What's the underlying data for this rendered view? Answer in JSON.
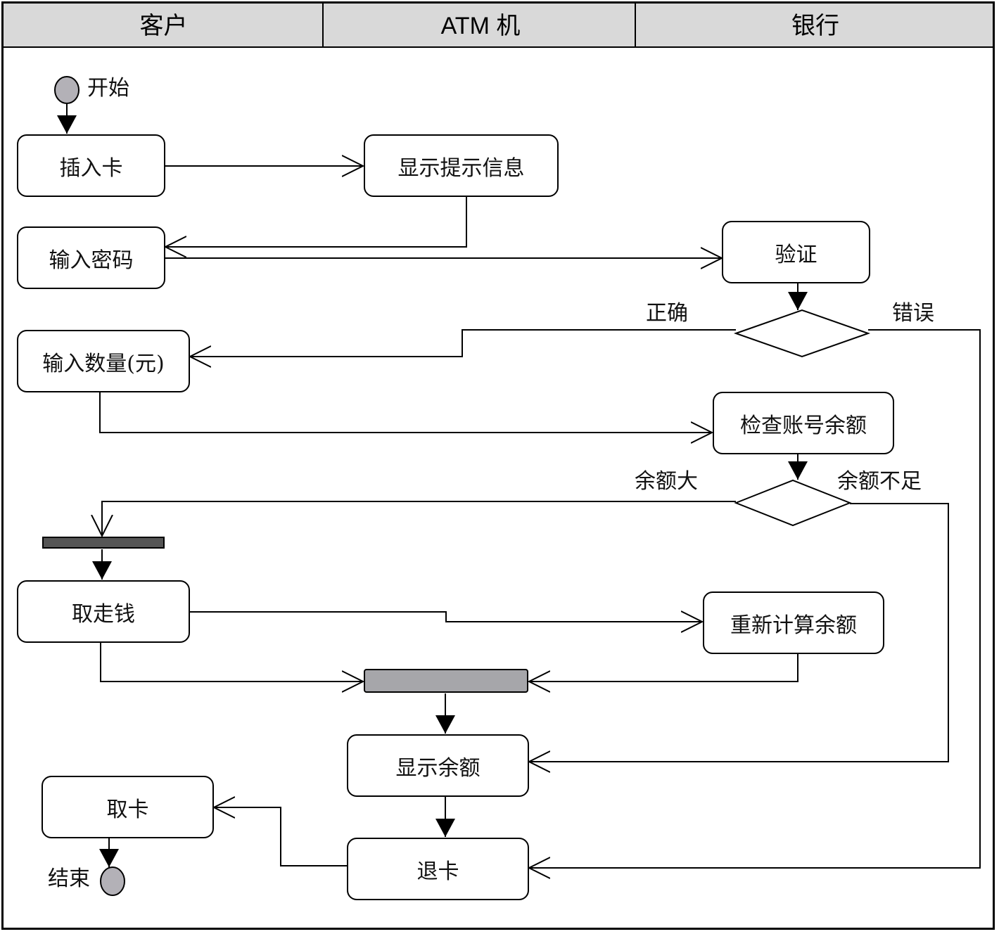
{
  "swimlanes": [
    "客户",
    "ATM 机",
    "银行"
  ],
  "start_label": "开始",
  "end_label": "结束",
  "activities": {
    "insert_card": "插入卡",
    "show_prompt": "显示提示信息",
    "enter_pin": "输入密码",
    "verify": "验证",
    "enter_amount": "输入数量(元)",
    "check_balance": "检查账号余额",
    "take_cash": "取走钱",
    "recalc_balance": "重新计算余额",
    "show_balance": "显示余额",
    "eject_card": "退卡",
    "take_card": "取卡"
  },
  "guards": {
    "correct": "正确",
    "wrong": "错误",
    "enough": "余额大",
    "insufficient": "余额不足"
  },
  "colors": {
    "initial_node": "#b3b1b7",
    "final_node": "#b3b1b7",
    "fork_bar": "#555555",
    "join_bar": "#a6a6aa",
    "header": "#d9d9d9"
  }
}
